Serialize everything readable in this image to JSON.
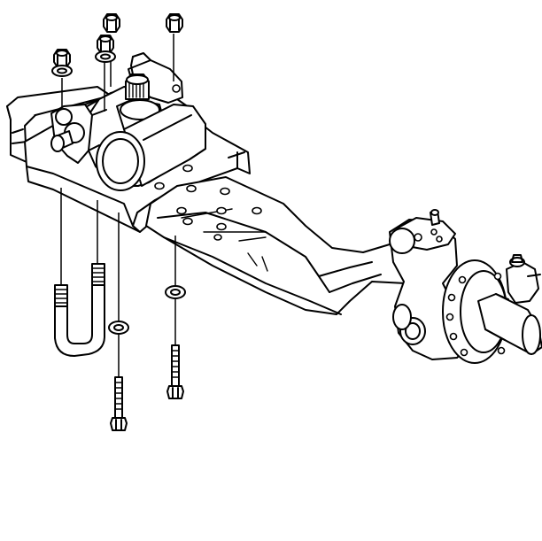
{
  "figure": {
    "background": "#ffffff",
    "line_color": "#000000",
    "parts": [
      "frame-rail",
      "steering-gear",
      "front-axle-beam",
      "steering-knuckle",
      "spindle",
      "u-bolt",
      "mounting-bolts",
      "washers",
      "nuts"
    ]
  }
}
